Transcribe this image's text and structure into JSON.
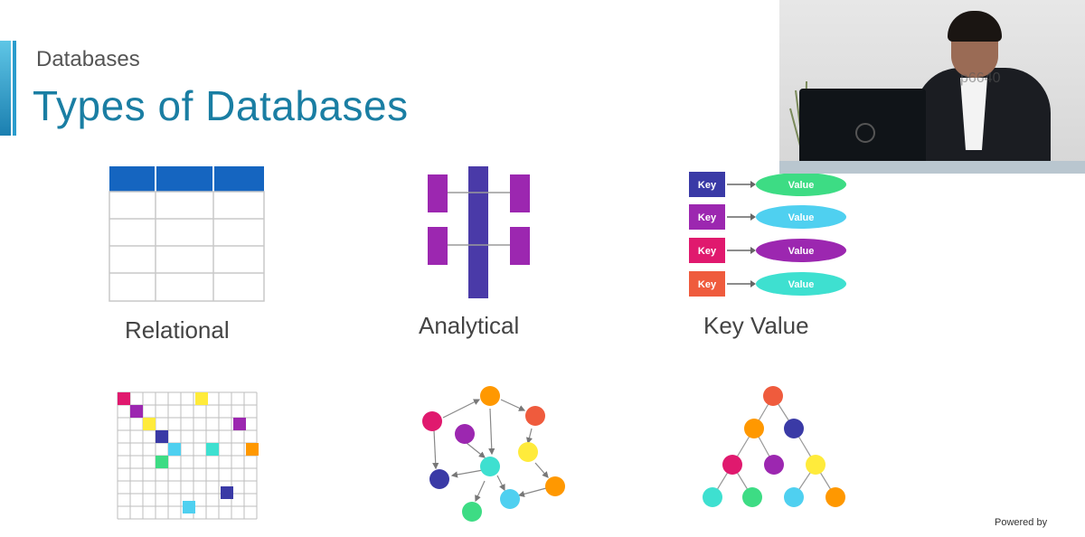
{
  "header": {
    "section_label": "Databases",
    "title": "Types of Databases"
  },
  "types": [
    {
      "label": "Relational",
      "icon": "relational-table-icon"
    },
    {
      "label": "Analytical",
      "icon": "analytical-columns-icon"
    },
    {
      "label": "Key Value",
      "icon": "key-value-icon"
    },
    {
      "label": "",
      "icon": "column-family-grid-icon"
    },
    {
      "label": "",
      "icon": "graph-network-icon"
    },
    {
      "label": "",
      "icon": "document-tree-icon"
    }
  ],
  "key_value": {
    "pairs": [
      {
        "key": "Key",
        "value": "Value",
        "key_color": "#3a3aa6",
        "value_color": "#3ddc84"
      },
      {
        "key": "Key",
        "value": "Value",
        "key_color": "#9c27b0",
        "value_color": "#4fd0f0"
      },
      {
        "key": "Key",
        "value": "Value",
        "key_color": "#e0196e",
        "value_color": "#9c27b0"
      },
      {
        "key": "Key",
        "value": "Value",
        "key_color": "#ef5b3d",
        "value_color": "#3ee0d0"
      }
    ]
  },
  "webcam": {
    "watermark": "p6640"
  },
  "footer": {
    "powered_by": "Powered by"
  },
  "colors": {
    "title": "#1a7ea3",
    "table_header": "#1565c0",
    "analytical_bar": "#4a3aa8",
    "analytical_box": "#9c27b0"
  }
}
